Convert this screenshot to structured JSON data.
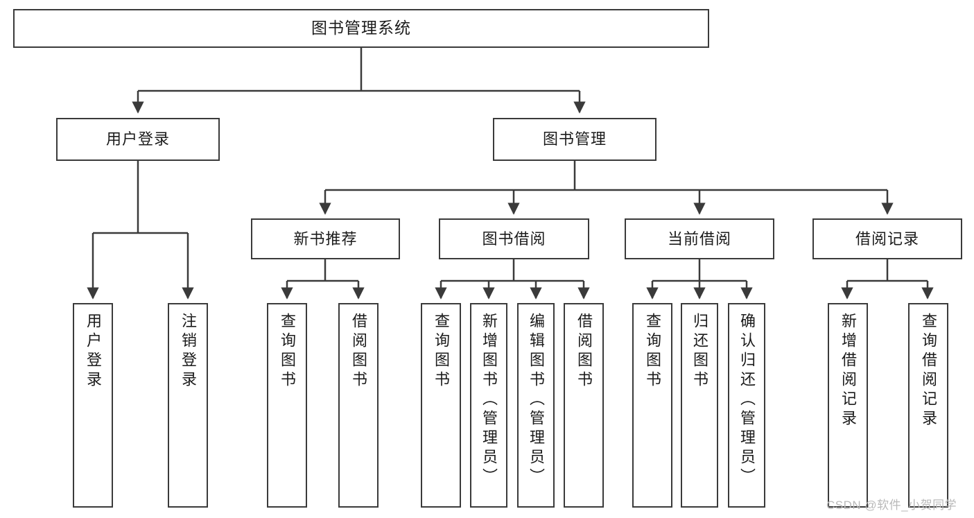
{
  "diagram": {
    "title": "图书管理系统",
    "type": "tree",
    "root": {
      "label": "图书管理系统"
    },
    "level2": [
      {
        "label": "用户登录"
      },
      {
        "label": "图书管理"
      }
    ],
    "level3": [
      {
        "label": "新书推荐"
      },
      {
        "label": "图书借阅"
      },
      {
        "label": "当前借阅"
      },
      {
        "label": "借阅记录"
      }
    ],
    "leaves": {
      "user_login": [
        {
          "label": "用户登录"
        },
        {
          "label": "注销登录"
        }
      ],
      "new_book_recommend": [
        {
          "label": "查询图书"
        },
        {
          "label": "借阅图书"
        }
      ],
      "book_borrow": [
        {
          "label": "查询图书"
        },
        {
          "label": "新增图书（管理员）"
        },
        {
          "label": "编辑图书（管理员）"
        },
        {
          "label": "借阅图书"
        }
      ],
      "current_borrow": [
        {
          "label": "查询图书"
        },
        {
          "label": "归还图书"
        },
        {
          "label": "确认归还（管理员）"
        }
      ],
      "borrow_record": [
        {
          "label": "新增借阅记录"
        },
        {
          "label": "查询借阅记录"
        }
      ]
    }
  },
  "watermark": {
    "text": "CSDN @软件_小贺同学"
  },
  "colors": {
    "box_border": "#3a3a3a",
    "box_fill": "#ffffff",
    "text": "#1b1b1b",
    "line": "#3a3a3a",
    "watermark": "#b9b9b9",
    "background": "#ffffff"
  }
}
